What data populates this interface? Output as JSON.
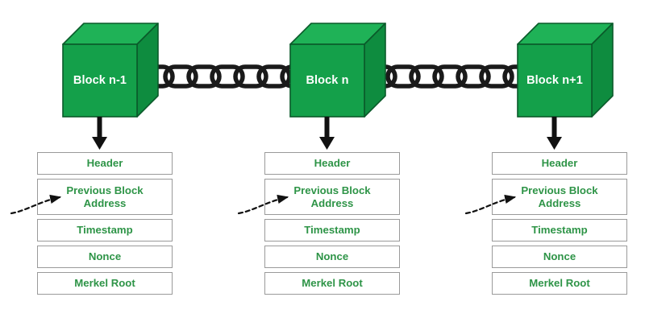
{
  "diagram": {
    "title": "Blockchain block structure chain diagram",
    "colors": {
      "cube_front": "#14a04a",
      "cube_top": "#1fb257",
      "cube_side": "#0e8c3f",
      "cube_edge": "#0a5a2a",
      "chain": "#1a1a1a",
      "arrow": "#111111",
      "box_border": "#9a9a9a",
      "field_text": "#2e9447",
      "background": "#ffffff"
    },
    "blocks": [
      {
        "id": "block-n-minus-1",
        "label": "Block n-1",
        "fields": [
          "Header",
          "Previous Block\nAddress",
          "Timestamp",
          "Nonce",
          "Merkel Root"
        ]
      },
      {
        "id": "block-n",
        "label": "Block n",
        "fields": [
          "Header",
          "Previous Block\nAddress",
          "Timestamp",
          "Nonce",
          "Merkel Root"
        ]
      },
      {
        "id": "block-n-plus-1",
        "label": "Block n+1",
        "fields": [
          "Header",
          "Previous Block\nAddress",
          "Timestamp",
          "Nonce",
          "Merkel Root"
        ]
      }
    ],
    "field_labels": {
      "header": "Header",
      "previous_block_address_line1": "Previous Block",
      "previous_block_address_line2": "Address",
      "timestamp": "Timestamp",
      "nonce": "Nonce",
      "merkel_root": "Merkel Root"
    },
    "connectors": {
      "chain_link_count_per_gap": 4,
      "chain_gaps": 2,
      "block_to_fields_arrow": "down-arrow",
      "prev_address_arrow": "curved-dashed-arrow"
    }
  }
}
